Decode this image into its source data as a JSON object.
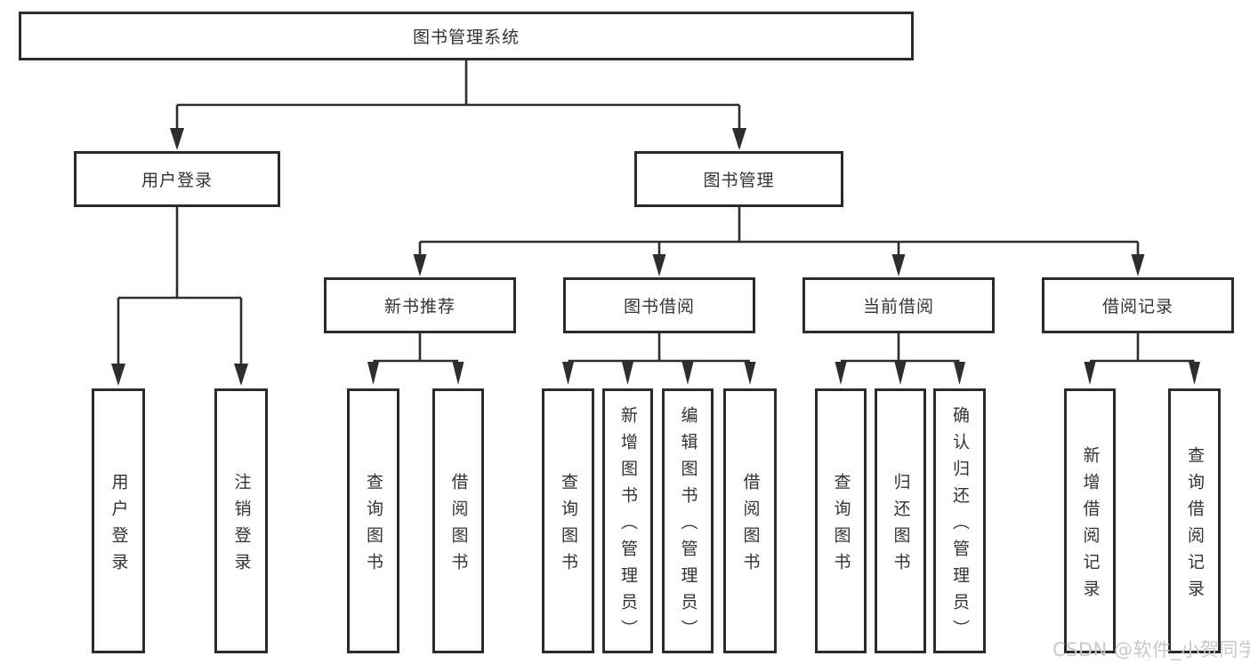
{
  "watermark": "CSDN @软件_小贺同学",
  "colors": {
    "line": "#2e2e2e",
    "box_border": "#2b2b2b",
    "text": "#333333",
    "watermark": "#c8c8c8",
    "background": "#ffffff"
  },
  "tree": {
    "root": {
      "label": "图书管理系统",
      "children": [
        {
          "label": "用户登录",
          "children": [
            {
              "label": "用户登录"
            },
            {
              "label": "注销登录"
            }
          ]
        },
        {
          "label": "图书管理",
          "children": [
            {
              "label": "新书推荐",
              "children": [
                {
                  "label": "查询图书"
                },
                {
                  "label": "借阅图书"
                }
              ]
            },
            {
              "label": "图书借阅",
              "children": [
                {
                  "label": "查询图书"
                },
                {
                  "label": "新增图书（管理员）"
                },
                {
                  "label": "编辑图书（管理员）"
                },
                {
                  "label": "借阅图书"
                }
              ]
            },
            {
              "label": "当前借阅",
              "children": [
                {
                  "label": "查询图书"
                },
                {
                  "label": "归还图书"
                },
                {
                  "label": "确认归还（管理员）"
                }
              ]
            },
            {
              "label": "借阅记录",
              "children": [
                {
                  "label": "新增借阅记录"
                },
                {
                  "label": "查询借阅记录"
                }
              ]
            }
          ]
        }
      ]
    }
  }
}
